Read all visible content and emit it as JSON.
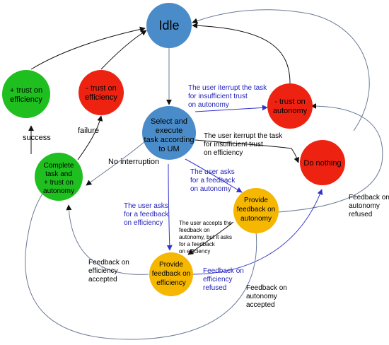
{
  "colors": {
    "blue": "#4a8cc9",
    "green": "#1fbf1f",
    "red": "#ee2211",
    "yellow": "#f6b700",
    "black_edge": "#111111",
    "blue_edge": "#3333cc",
    "gray_edge": "#6a7a95",
    "black_text": "#000000",
    "blue_text": "#2222bb"
  },
  "nodes": {
    "idle": "Idle",
    "trust_eff": [
      "+ trust on",
      "efficiency"
    ],
    "minus_eff": [
      "- trust on",
      "efficiency"
    ],
    "select": [
      "Select and",
      "execute",
      "task according",
      "to UM"
    ],
    "minus_aut": [
      "- trust on",
      "autonomy"
    ],
    "do_nothing": "Do nothing",
    "complete": [
      "Complete",
      "task and",
      "+ trust on",
      "autonomy"
    ],
    "prov_aut": [
      "Provide",
      "feedback on",
      "autonomy"
    ],
    "prov_eff": [
      "Provide",
      "feedback on",
      "efficiency"
    ]
  },
  "edge_labels": {
    "success": "success",
    "failure": "failure",
    "no_interruption": "No interruption",
    "interrupt_aut": [
      "The user iterrupt the task",
      "for insufficient trust",
      "on autonomy"
    ],
    "interrupt_eff": [
      "The user iterrupt the task",
      "for insufficient trust",
      "on efficiency"
    ],
    "asks_aut": [
      "The user asks",
      "for a feedback",
      "on autonomy"
    ],
    "asks_eff": [
      "The user asks",
      "for a feedback",
      "on efficiency"
    ],
    "accepts_aut_asks_eff": [
      "The user accepts the",
      "feedback on",
      "autonomy, but it asks",
      "for a feedback",
      "on efficiency"
    ],
    "aut_refused": [
      "Feedback on",
      "autonomy",
      "refused"
    ],
    "eff_accepted": [
      "Feedback on",
      "efficiency",
      "accepted"
    ],
    "eff_refused": [
      "Feedback on",
      "efficiency",
      "refused"
    ],
    "aut_accepted": [
      "Feedback on",
      "autonomy",
      "accepted"
    ]
  }
}
